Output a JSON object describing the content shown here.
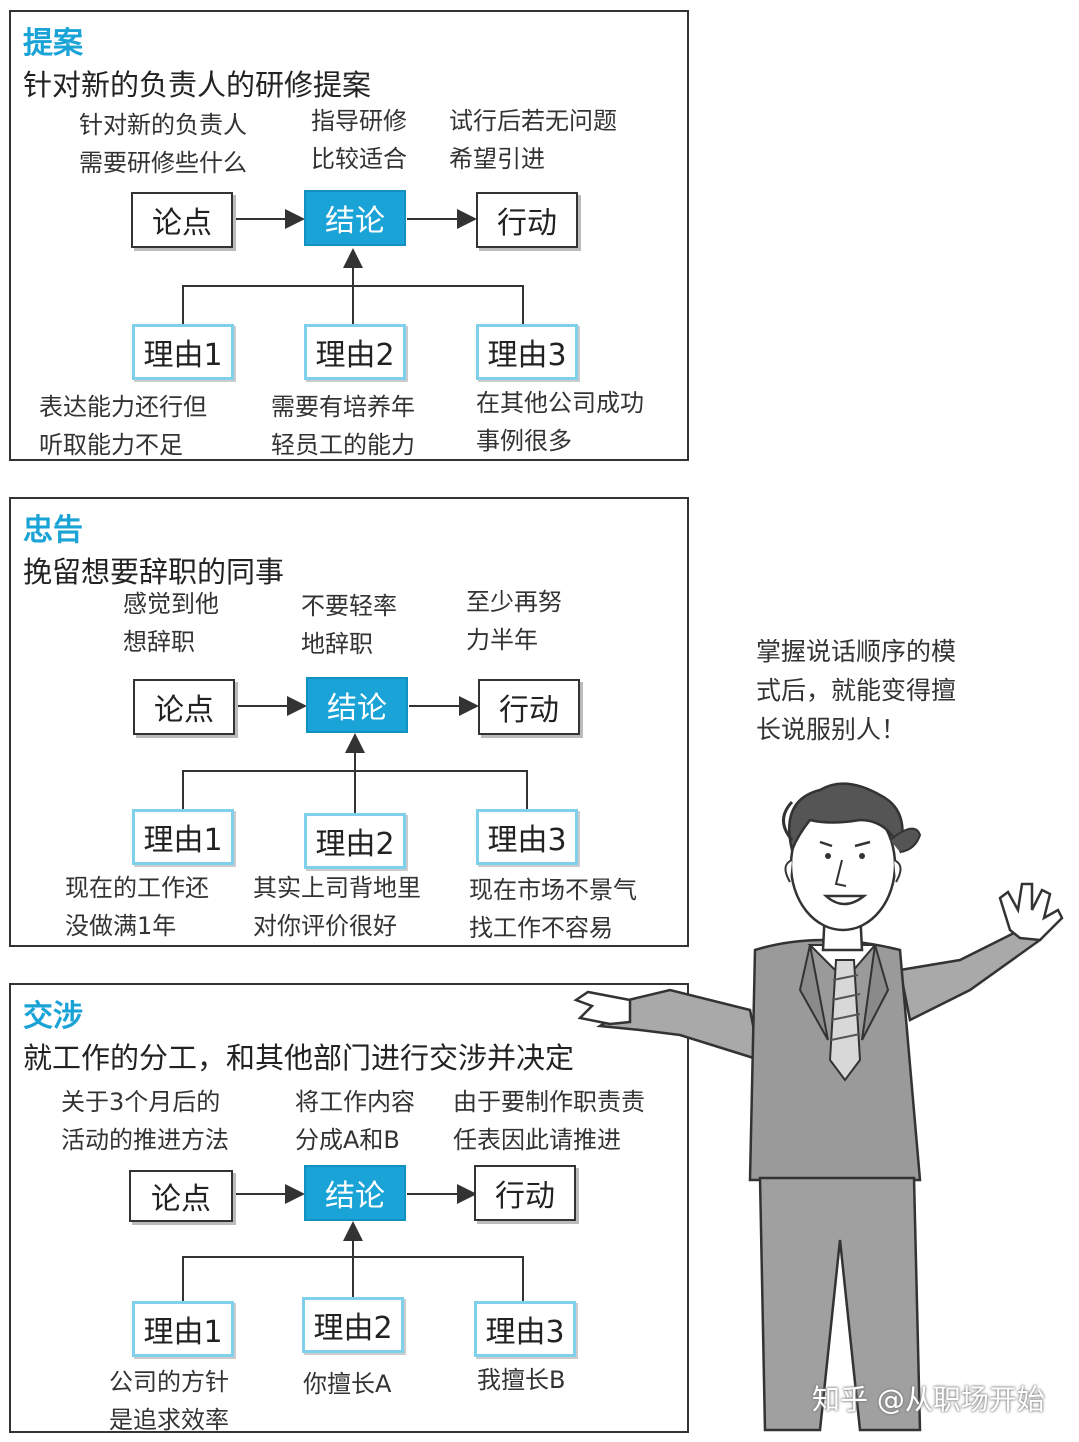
{
  "panels": [
    {
      "category": "提案",
      "subject": "针对新的负责人的研修提案",
      "top_notes": [
        "针对新的负责人\n需要研修些什么",
        "指导研修\n比较适合",
        "试行后若无问题\n希望引进"
      ],
      "boxes": {
        "point": "论点",
        "conclusion": "结论",
        "action": "行动"
      },
      "reasons": [
        "理由1",
        "理由2",
        "理由3"
      ],
      "bottom_notes": [
        "表达能力还行但\n听取能力不足",
        "需要有培养年\n轻员工的能力",
        "在其他公司成功\n事例很多"
      ]
    },
    {
      "category": "忠告",
      "subject": "挽留想要辞职的同事",
      "top_notes": [
        "感觉到他\n想辞职",
        "不要轻率\n地辞职",
        "至少再努\n力半年"
      ],
      "boxes": {
        "point": "论点",
        "conclusion": "结论",
        "action": "行动"
      },
      "reasons": [
        "理由1",
        "理由2",
        "理由3"
      ],
      "bottom_notes": [
        "现在的工作还\n没做满1年",
        "其实上司背地里\n对你评价很好",
        "现在市场不景气\n找工作不容易"
      ]
    },
    {
      "category": "交涉",
      "subject": "就工作的分工，和其他部门进行交涉并决定",
      "top_notes": [
        "关于3个月后的\n活动的推进方法",
        "将工作内容\n分成A和B",
        "由于要制作职责责\n任表因此请推进"
      ],
      "boxes": {
        "point": "论点",
        "conclusion": "结论",
        "action": "行动"
      },
      "reasons": [
        "理由1",
        "理由2",
        "理由3"
      ],
      "bottom_notes": [
        "公司的方针\n是追求效率",
        "你擅长A",
        "我擅长B"
      ]
    }
  ],
  "speech_bubble": "掌握说话顺序的模\n式后，就能变得擅\n长说服别人！",
  "watermark": "知乎 @从职场开始",
  "colors": {
    "accent": "#1aa3d6",
    "reason_border": "#7fd0ea",
    "suit": "#9a9a9a"
  }
}
